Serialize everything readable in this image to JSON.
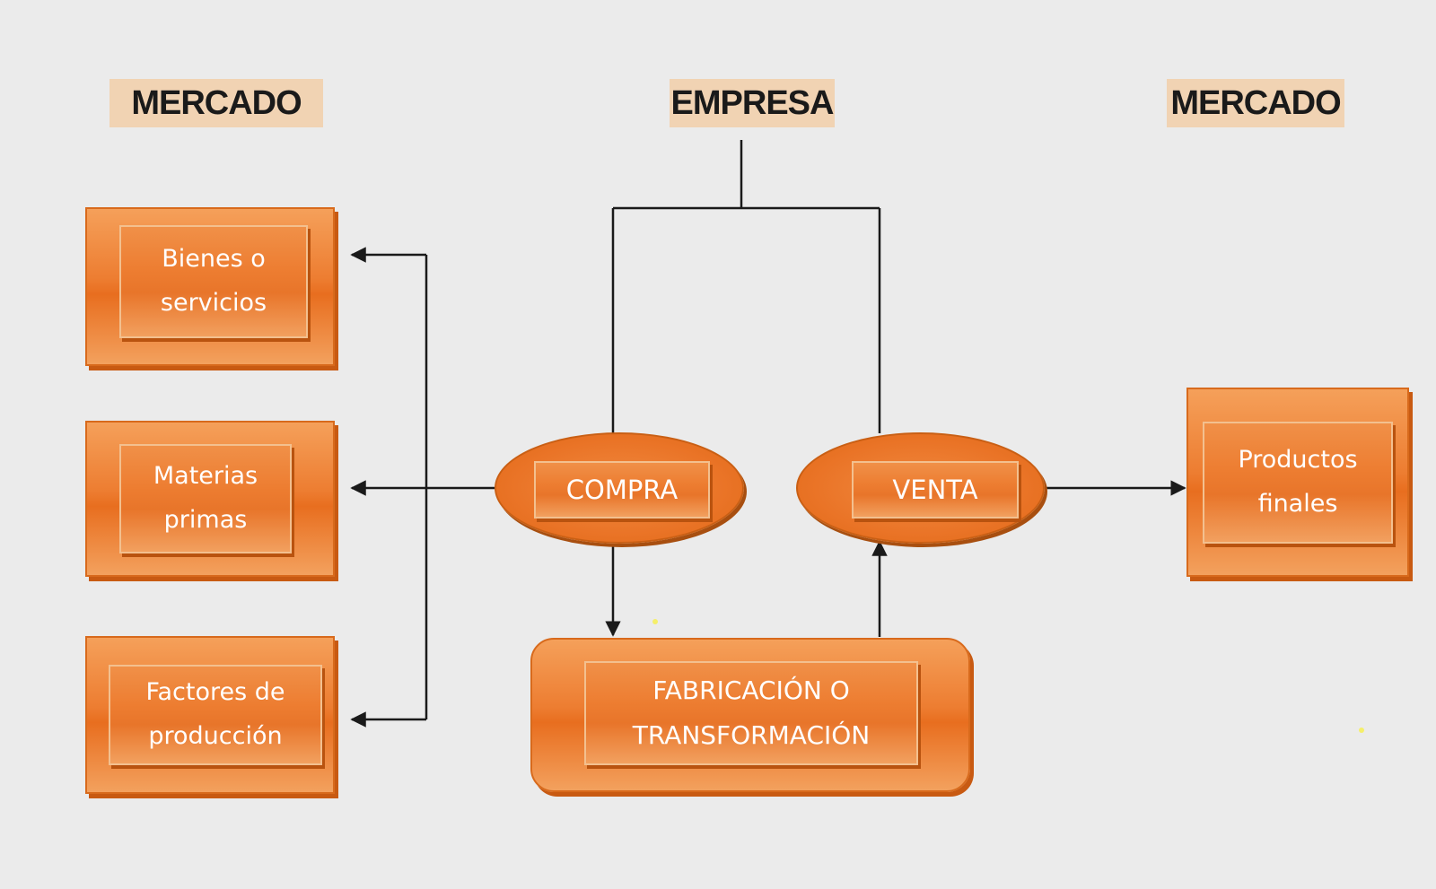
{
  "headers": {
    "left": "MERCADO",
    "center": "EMPRESA",
    "right": "MERCADO"
  },
  "left_boxes": [
    {
      "line1": "Bienes o",
      "line2": "servicios"
    },
    {
      "line1": "Materias",
      "line2": "primas"
    },
    {
      "line1": "Factores de",
      "line2": "producción"
    }
  ],
  "ovals": {
    "compra": "COMPRA",
    "venta": "VENTA"
  },
  "fabricacion": {
    "line1": "FABRICACIÓN O",
    "line2": "TRANSFORMACIÓN"
  },
  "right_box": {
    "line1": "Productos",
    "line2": "finales"
  },
  "colors": {
    "box_fill": "#ed7d31",
    "header_fill": "#f1d3b3",
    "background": "#ebebeb",
    "connector": "#1a1a1a"
  }
}
